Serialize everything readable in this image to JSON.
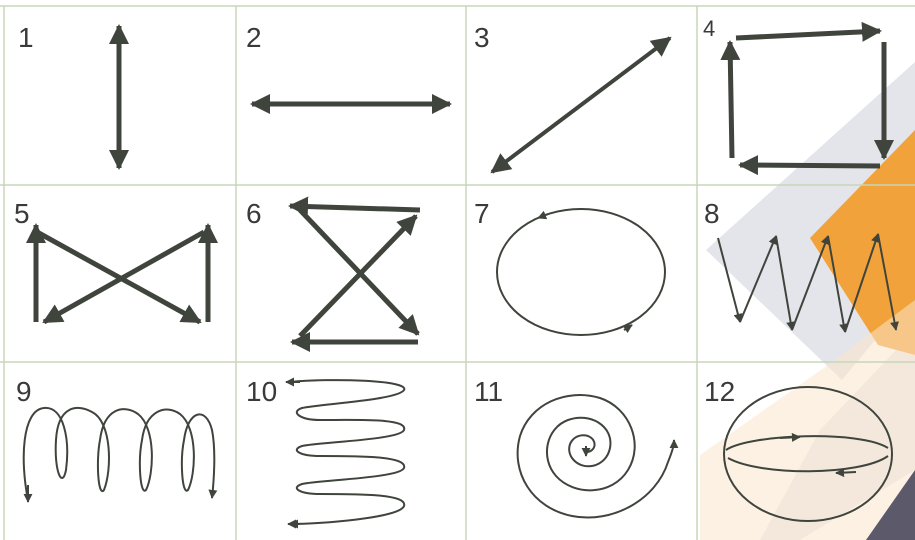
{
  "colors": {
    "line": "#3f443d",
    "grid": "#c8d6b9",
    "number": "#3a3a3a",
    "deco_gray": "#dfe1e8",
    "deco_orange": "#f2a23a",
    "deco_peach": "#fbe6cc",
    "deco_dark": "#5c5a6a"
  },
  "cells": [
    {
      "label": "1",
      "pattern": "vertical-double-arrow"
    },
    {
      "label": "2",
      "pattern": "horizontal-double-arrow"
    },
    {
      "label": "3",
      "pattern": "diagonal-double-arrow"
    },
    {
      "label": "4",
      "pattern": "square-loop"
    },
    {
      "label": "5",
      "pattern": "bowtie"
    },
    {
      "label": "6",
      "pattern": "hourglass"
    },
    {
      "label": "7",
      "pattern": "circle"
    },
    {
      "label": "8",
      "pattern": "zigzag"
    },
    {
      "label": "9",
      "pattern": "coil"
    },
    {
      "label": "10",
      "pattern": "spring-stack"
    },
    {
      "label": "11",
      "pattern": "spiral"
    },
    {
      "label": "12",
      "pattern": "sphere"
    }
  ]
}
